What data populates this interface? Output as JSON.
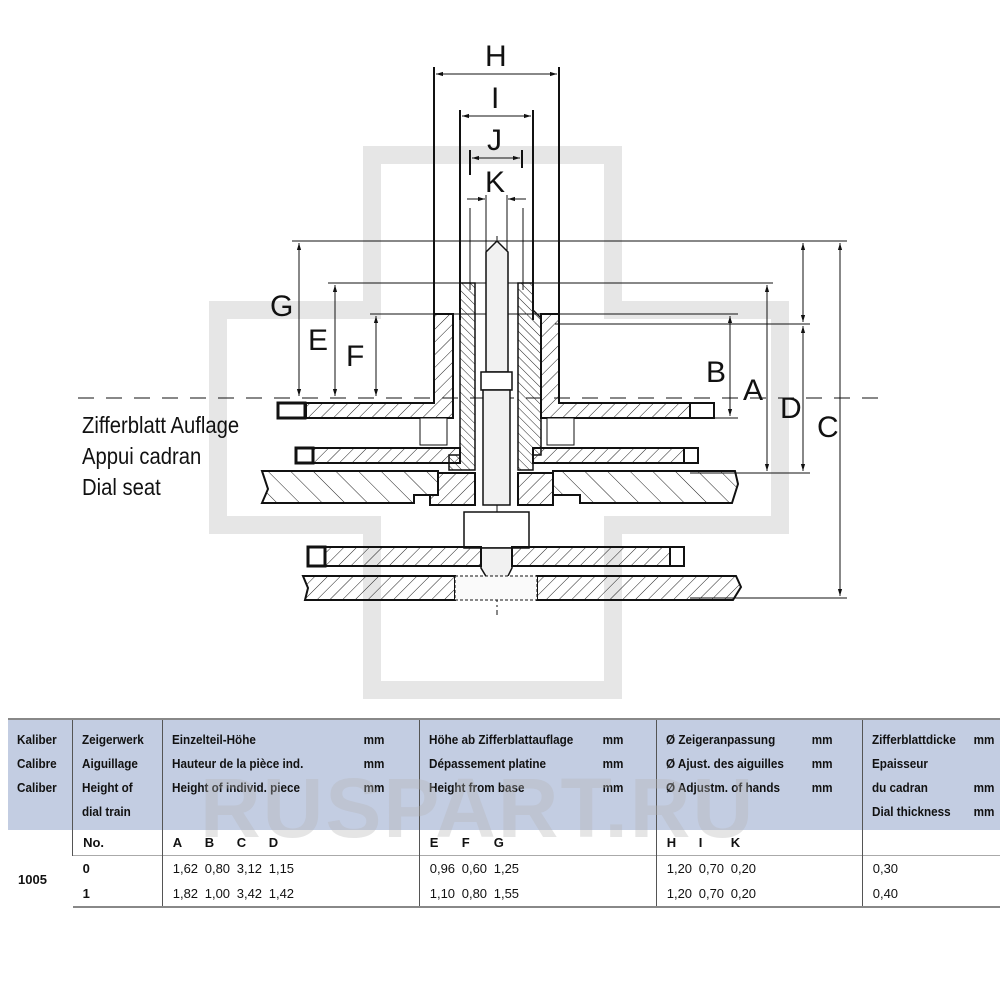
{
  "diagram": {
    "dimension_labels": {
      "H": "H",
      "I": "I",
      "J": "J",
      "K": "K",
      "A": "A",
      "B": "B",
      "C": "C",
      "D": "D",
      "E": "E",
      "F": "F",
      "G": "G"
    },
    "dial_seat_label": [
      "Zifferblatt Auflage",
      "Appui cadran",
      "Dial seat"
    ]
  },
  "watermark": "RUSPART.RU",
  "table": {
    "headers": {
      "caliber": [
        "Kaliber",
        "Calibre",
        "Caliber"
      ],
      "dial_train": [
        "Zeigerwerk",
        "Aiguillage",
        "Height of",
        "dial train"
      ],
      "piece_height": [
        {
          "text": "Einzelteil-Höhe",
          "unit": "mm"
        },
        {
          "text": "Hauteur de la pièce ind.",
          "unit": "mm"
        },
        {
          "text": "Height of individ. piece",
          "unit": "mm"
        }
      ],
      "height_from_base": [
        {
          "text": "Höhe ab Zifferblattauflage",
          "unit": "mm"
        },
        {
          "text": "Dépassement platine",
          "unit": "mm"
        },
        {
          "text": "Height from base",
          "unit": "mm"
        }
      ],
      "hands_adjust": [
        {
          "text": "Ø Zeigeranpassung",
          "unit": "mm"
        },
        {
          "text": "Ø Ajust. des aiguilles",
          "unit": "mm"
        },
        {
          "text": "Ø Adjustm. of hands",
          "unit": "mm"
        }
      ],
      "dial_thickness": [
        {
          "text": "Zifferblattdicke",
          "unit": "mm"
        },
        {
          "text": "Epaisseur",
          "unit": ""
        },
        {
          "text": "du cadran",
          "unit": "mm"
        },
        {
          "text": "Dial thickness",
          "unit": "mm"
        }
      ]
    },
    "subheaders": {
      "no": "No.",
      "piece": [
        "A",
        "B",
        "C",
        "D"
      ],
      "base": [
        "E",
        "F",
        "G"
      ],
      "hands": [
        "H",
        "I",
        "K"
      ]
    },
    "caliber": "1005",
    "rows": [
      {
        "no": "0",
        "piece": [
          "1,62",
          "0,80",
          "3,12",
          "1,15"
        ],
        "base": [
          "0,96",
          "0,60",
          "1,25"
        ],
        "hands": [
          "1,20",
          "0,70",
          "0,20"
        ],
        "dial": "0,30"
      },
      {
        "no": "1",
        "piece": [
          "1,82",
          "1,00",
          "3,42",
          "1,42"
        ],
        "base": [
          "1,10",
          "0,80",
          "1,55"
        ],
        "hands": [
          "1,20",
          "0,70",
          "0,20"
        ],
        "dial": "0,40"
      }
    ]
  }
}
